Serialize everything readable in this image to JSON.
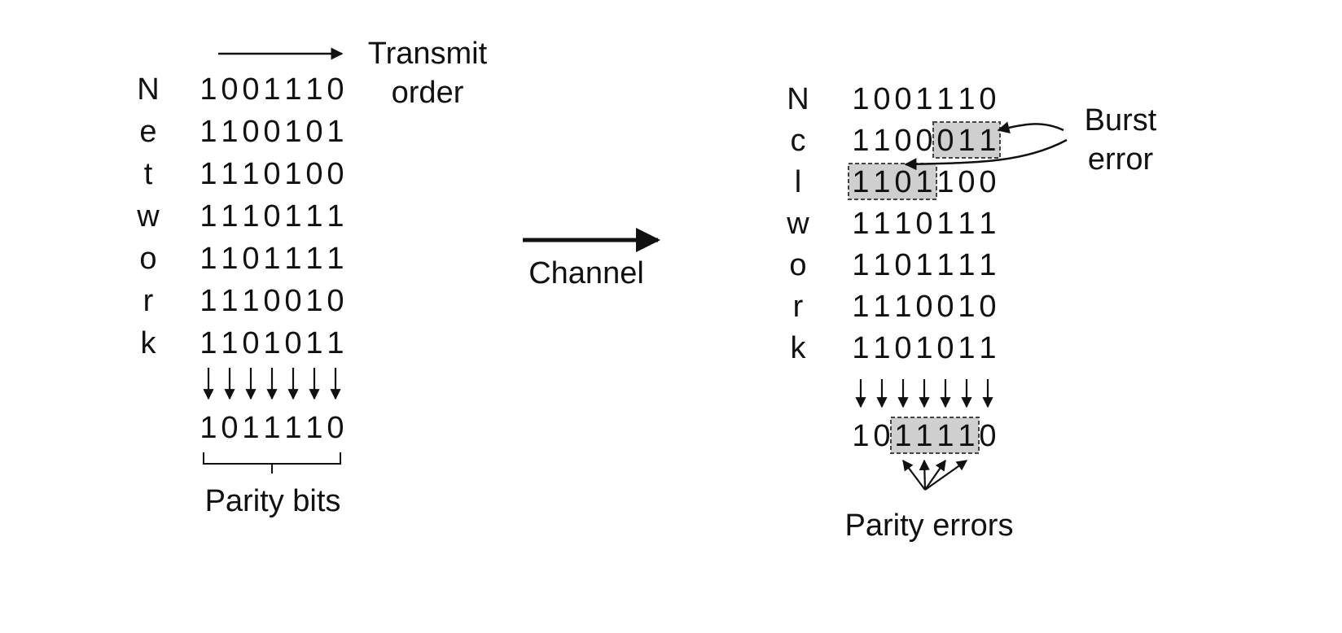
{
  "left_panel": {
    "transmit_label": [
      "Transmit",
      "order"
    ],
    "letters": [
      "N",
      "e",
      "t",
      "w",
      "o",
      "r",
      "k"
    ],
    "rows": [
      "1001110",
      "1100101",
      "1110100",
      "1110111",
      "1101111",
      "1110010",
      "1101011"
    ],
    "parity": "1011110",
    "parity_label": "Parity bits"
  },
  "channel_label": "Channel",
  "right_panel": {
    "letters": [
      "N",
      "c",
      "l",
      "w",
      "o",
      "r",
      "k"
    ],
    "rows": [
      "1001110",
      "1100011",
      "1101100",
      "1110111",
      "1101111",
      "1110010",
      "1101011"
    ],
    "parity": "1011110",
    "burst_label": [
      "Burst",
      "error"
    ],
    "parity_errors_label": "Parity errors",
    "burst_highlight": [
      {
        "row": 1,
        "first_col": 4,
        "last_col": 6
      },
      {
        "row": 2,
        "first_col": 0,
        "last_col": 3
      }
    ],
    "parity_highlight": {
      "first_col": 2,
      "last_col": 5
    }
  }
}
